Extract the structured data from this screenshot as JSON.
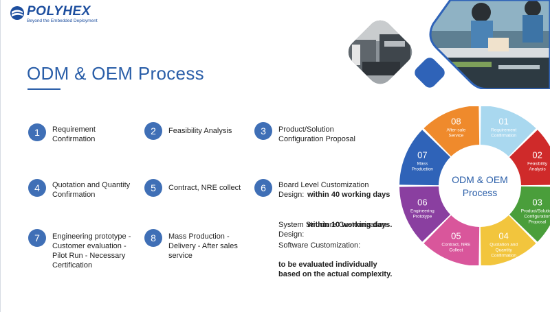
{
  "logo": {
    "name": "POLYHEX",
    "tagline": "Beyond the Embedded Deployment"
  },
  "title": "ODM & OEM Process",
  "steps": [
    {
      "num": "1",
      "label": "Requirement\nConfirmation"
    },
    {
      "num": "2",
      "label": "Feasibility Analysis"
    },
    {
      "num": "3",
      "label": "Product/Solution\nConfiguration Proposal"
    },
    {
      "num": "4",
      "label": "Quotation and Quantity\nConfirmation"
    },
    {
      "num": "5",
      "label": "Contract, NRE collect"
    },
    {
      "num": "6",
      "label": "Board Level Customization\nDesign:"
    },
    {
      "num": "7",
      "label": "Engineering prototype -\nCustomer evaluation -\nPilot Run - Necessary\nCertification"
    },
    {
      "num": "8",
      "label": "Mass Production -\nDelivery - After sales\nservice"
    }
  ],
  "step6_details": {
    "board_emphasis": "within 40 working days",
    "system_label": "System Structure Customization\nDesign:",
    "system_emphasis": "within 10 working days.",
    "software_label": "Software Customization:",
    "software_emphasis": "to be evaluated individually\nbased on the actual complexity."
  },
  "wheel": {
    "center_text": [
      "ODM & OEM",
      "Process"
    ],
    "segments": [
      {
        "num": "01",
        "label": [
          "Requirement",
          "Confirmation"
        ],
        "color": "#a9d8ef"
      },
      {
        "num": "02",
        "label": [
          "Feasibility",
          "Analysis"
        ],
        "color": "#cf2a2a"
      },
      {
        "num": "03",
        "label": [
          "Product/Solution",
          "Configuration",
          "Proposal"
        ],
        "color": "#4a9e3b"
      },
      {
        "num": "04",
        "label": [
          "Quotation and",
          "Quantity",
          "Confirmation"
        ],
        "color": "#f2c53d"
      },
      {
        "num": "05",
        "label": [
          "Contract, NRE",
          "Collect"
        ],
        "color": "#d9569b"
      },
      {
        "num": "06",
        "label": [
          "Engineering",
          "Prototype"
        ],
        "color": "#8a3fa0"
      },
      {
        "num": "07",
        "label": [
          "Mass",
          "Production"
        ],
        "color": "#2f63b8"
      },
      {
        "num": "08",
        "label": [
          "After-sale",
          "Service"
        ],
        "color": "#ef8a2c"
      }
    ]
  }
}
